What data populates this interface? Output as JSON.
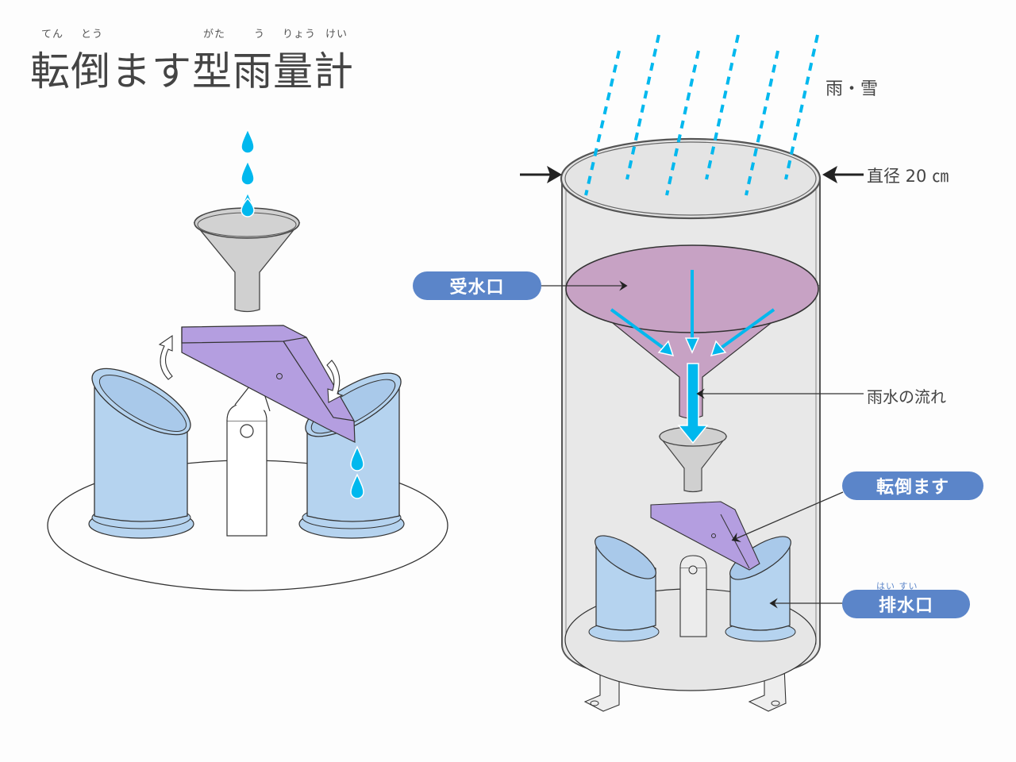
{
  "title": {
    "text": "転倒ます型雨量計",
    "ruby": [
      {
        "reading": "てん",
        "for": "転"
      },
      {
        "reading": "とう",
        "for": "倒"
      },
      {
        "reading": "がた",
        "for": "型"
      },
      {
        "reading": "う",
        "for": "雨"
      },
      {
        "reading": "りょう",
        "for": "量"
      },
      {
        "reading": "けい",
        "for": "計"
      }
    ]
  },
  "labels": {
    "precipitation": "雨・雪",
    "diameter": "直径 20 ㎝",
    "flow": "雨水の流れ"
  },
  "callouts": {
    "inlet": "受水口",
    "tipping_bucket": "転倒ます",
    "drain": "排水口",
    "drain_ruby": "はい すい"
  },
  "colors": {
    "rain": "#00b8ee",
    "funnel_large": "#c7a2c4",
    "bucket": "#b49ee0",
    "cylinder": "#b5d3ef",
    "callout": "#5b85c9",
    "housing": "#e8e8e8",
    "funnel_small": "#d0d0d0"
  }
}
